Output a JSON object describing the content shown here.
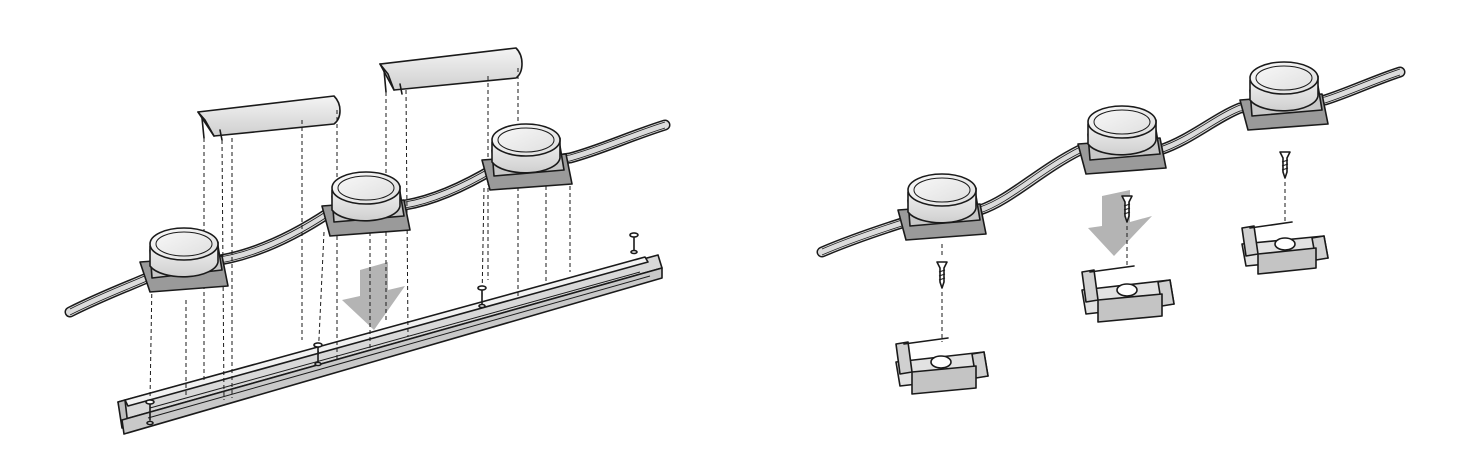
{
  "figure": {
    "panels": [
      {
        "id": "channel-assembly",
        "nodes": 3,
        "covers": 2,
        "screws": 4,
        "arrow": "down"
      },
      {
        "id": "clip-assembly",
        "nodes": 3,
        "clips": 3,
        "screws": 3,
        "arrow": "down"
      }
    ],
    "colors": {
      "outline": "#1a1a1a",
      "node_body": "#e6e6e6",
      "node_base": "#9a9a9a",
      "cable": "#dcdcdc",
      "channel": "#d8d8d8",
      "cover": "#ececec",
      "arrow": "#b4b4b4"
    }
  }
}
